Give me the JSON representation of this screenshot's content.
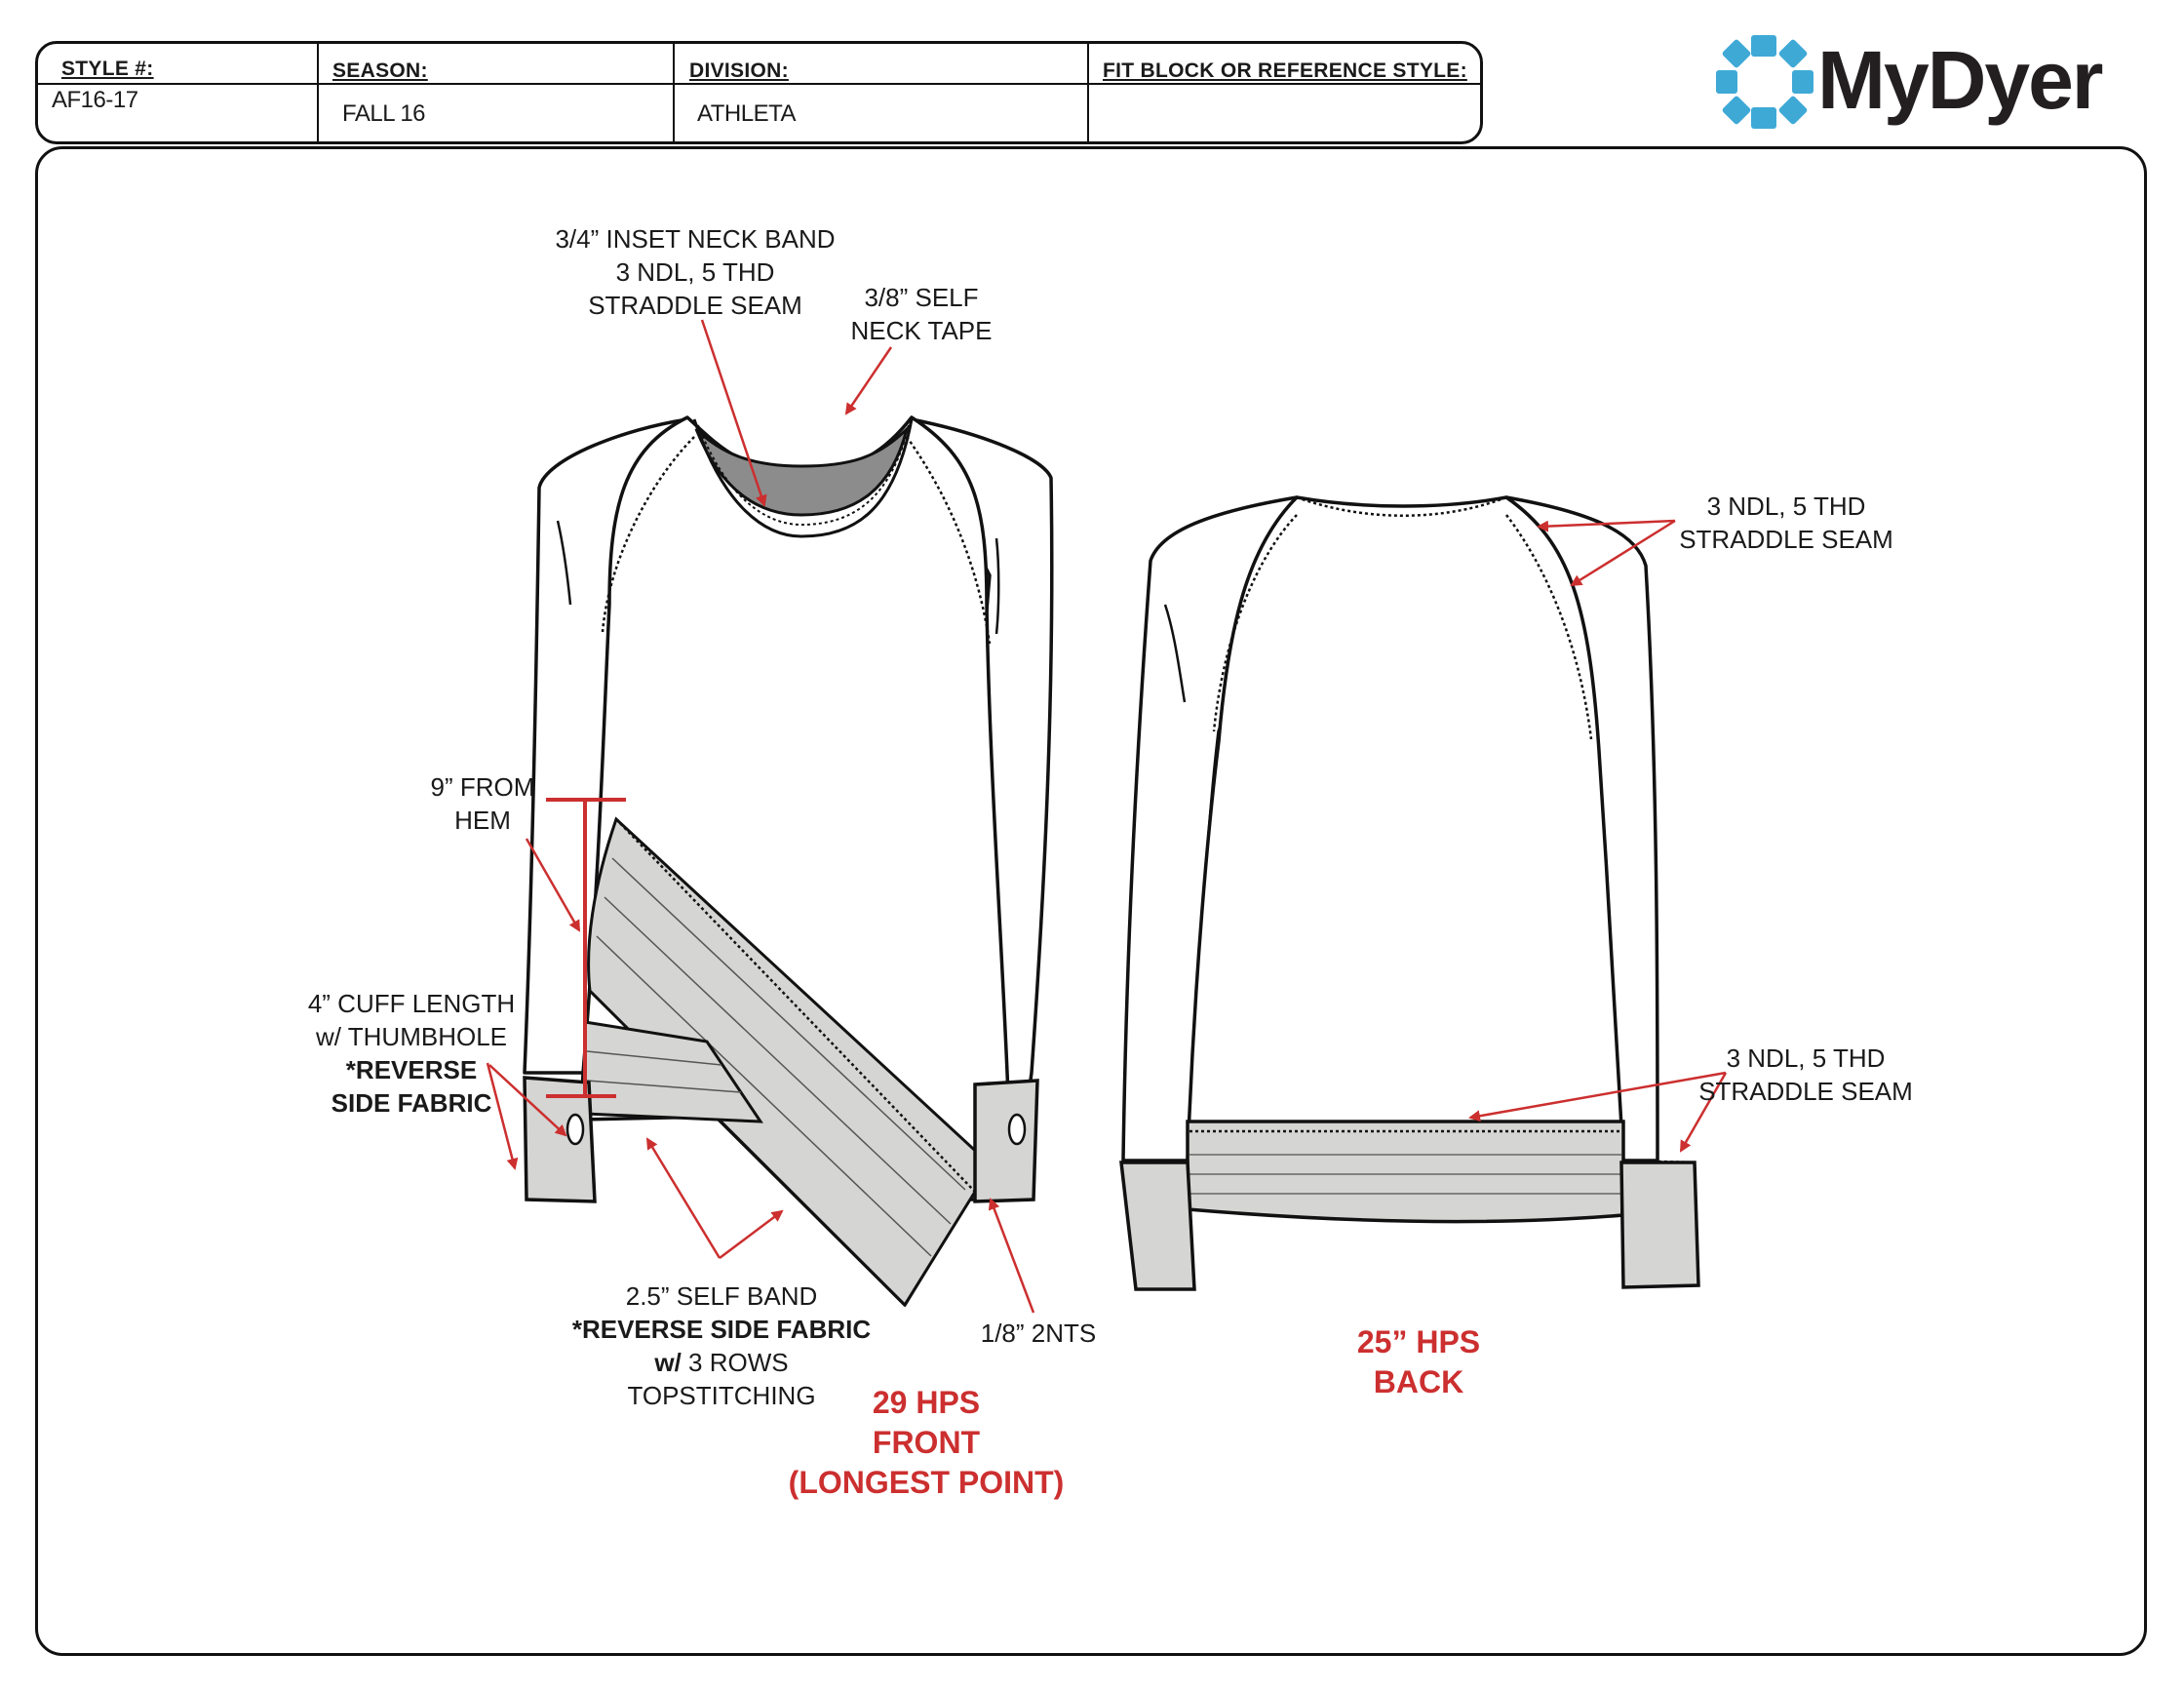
{
  "header": {
    "style_label": "STYLE #:",
    "style_value": "AF16-17",
    "season_label": "SEASON:",
    "season_value": "FALL 16",
    "division_label": "DIVISION:",
    "division_value": "ATHLETA",
    "fit_label": "FIT BLOCK OR REFERENCE STYLE:",
    "fit_value": ""
  },
  "logo": {
    "text": "MyDyer",
    "mark_color": "#3fa9d6"
  },
  "colors": {
    "annotation_red": "#cc2f2f",
    "band_gray": "#d5d5d3",
    "collar_gray": "#8c8c8c"
  },
  "callouts": {
    "neck_band": [
      "3/4”  INSET NECK BAND",
      "3 NDL, 5 THD",
      "STRADDLE SEAM"
    ],
    "neck_tape": [
      "3/8” SELF",
      "NECK TAPE"
    ],
    "from_hem": [
      "9” FROM",
      "HEM"
    ],
    "cuff": [
      "4” CUFF LENGTH",
      "w/ THUMBHOLE",
      "*REVERSE",
      "SIDE FABRIC"
    ],
    "self_band": [
      "2.5” SELF BAND",
      "*REVERSE SIDE FABRIC",
      "w/",
      "3 ROWS",
      "TOPSTITCHING"
    ],
    "notch": "1/8” 2NTS",
    "back_shoulder": [
      "3 NDL, 5 THD",
      "STRADDLE SEAM"
    ],
    "back_hem": [
      "3 NDL, 5 THD",
      "STRADDLE SEAM"
    ]
  },
  "measurements": {
    "front": [
      "29 HPS",
      "FRONT",
      "(LONGEST POINT)"
    ],
    "back": [
      "25” HPS",
      "BACK"
    ]
  }
}
